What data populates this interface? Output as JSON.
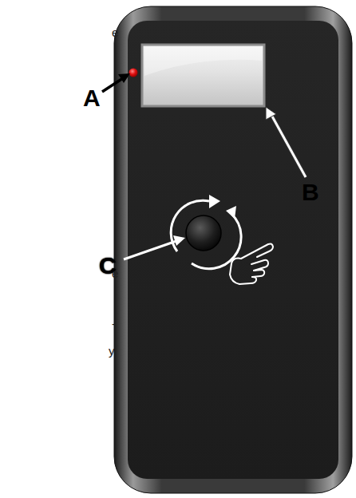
{
  "diagram": {
    "labels": [
      "e",
      "A",
      "B",
      "C",
      "e",
      "-",
      "y"
    ]
  }
}
